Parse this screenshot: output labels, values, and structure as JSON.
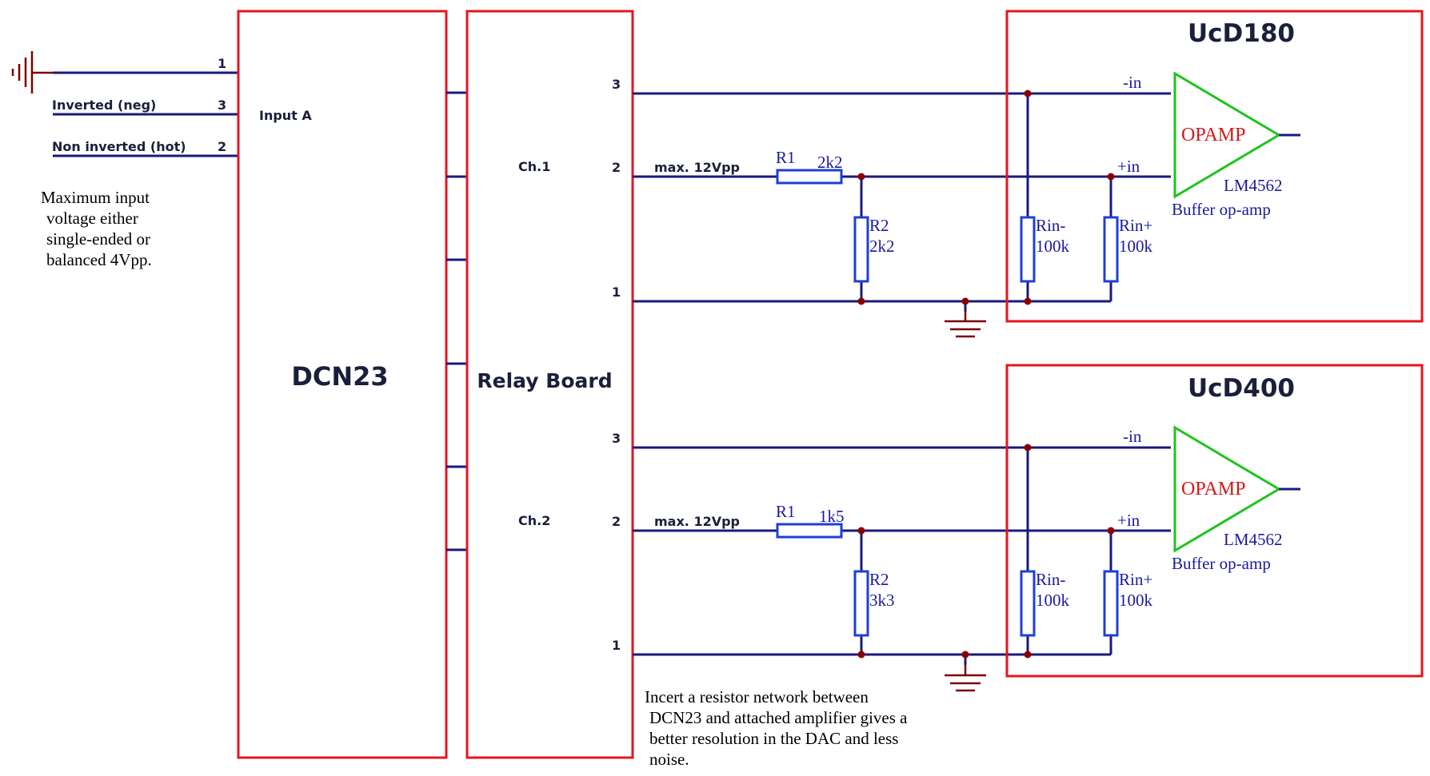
{
  "input": {
    "pin_gnd": "1",
    "pin_neg": "3",
    "pin_hot": "2",
    "label_neg": "Inverted (neg)",
    "label_hot": "Non inverted (hot)",
    "input_a": "Input A",
    "note_lines": [
      "Maximum input",
      "voltage either",
      "single-ended or",
      "balanced 4Vpp."
    ]
  },
  "blocks": {
    "dcn23": "DCN23",
    "relay": "Relay Board"
  },
  "channels": [
    {
      "ch_label": "Ch.1",
      "pin3": "3",
      "pin2": "2",
      "pin1": "1",
      "max_label": "max. 12Vpp",
      "r1_name": "R1",
      "r1_value": "2k2",
      "r2_name": "R2",
      "r2_value": "2k2",
      "amp_title": "UcD180",
      "neg_in": "-in",
      "pos_in": "+in",
      "opamp_label": "OPAMP",
      "opamp_part": "LM4562",
      "opamp_desc": "Buffer op-amp",
      "rin_neg_name": "Rin-",
      "rin_neg_value": "100k",
      "rin_pos_name": "Rin+",
      "rin_pos_value": "100k"
    },
    {
      "ch_label": "Ch.2",
      "pin3": "3",
      "pin2": "2",
      "pin1": "1",
      "max_label": "max. 12Vpp",
      "r1_name": "R1",
      "r1_value": "1k5",
      "r2_name": "R2",
      "r2_value": "3k3",
      "amp_title": "UcD400",
      "neg_in": "-in",
      "pos_in": "+in",
      "opamp_label": "OPAMP",
      "opamp_part": "LM4562",
      "opamp_desc": "Buffer op-amp",
      "rin_neg_name": "Rin-",
      "rin_neg_value": "100k",
      "rin_pos_name": "Rin+",
      "rin_pos_value": "100k"
    }
  ],
  "footer_note_lines": [
    "Incert a resistor network between",
    "DCN23 and attached amplifier gives a",
    "better resolution in the DAC and less",
    "noise."
  ],
  "colors": {
    "wire": "#1a1a7a",
    "block_border": "#e8141e",
    "resistor": "#1f3fd6",
    "opamp": "#1ec41e",
    "junction": "#8b0000"
  }
}
